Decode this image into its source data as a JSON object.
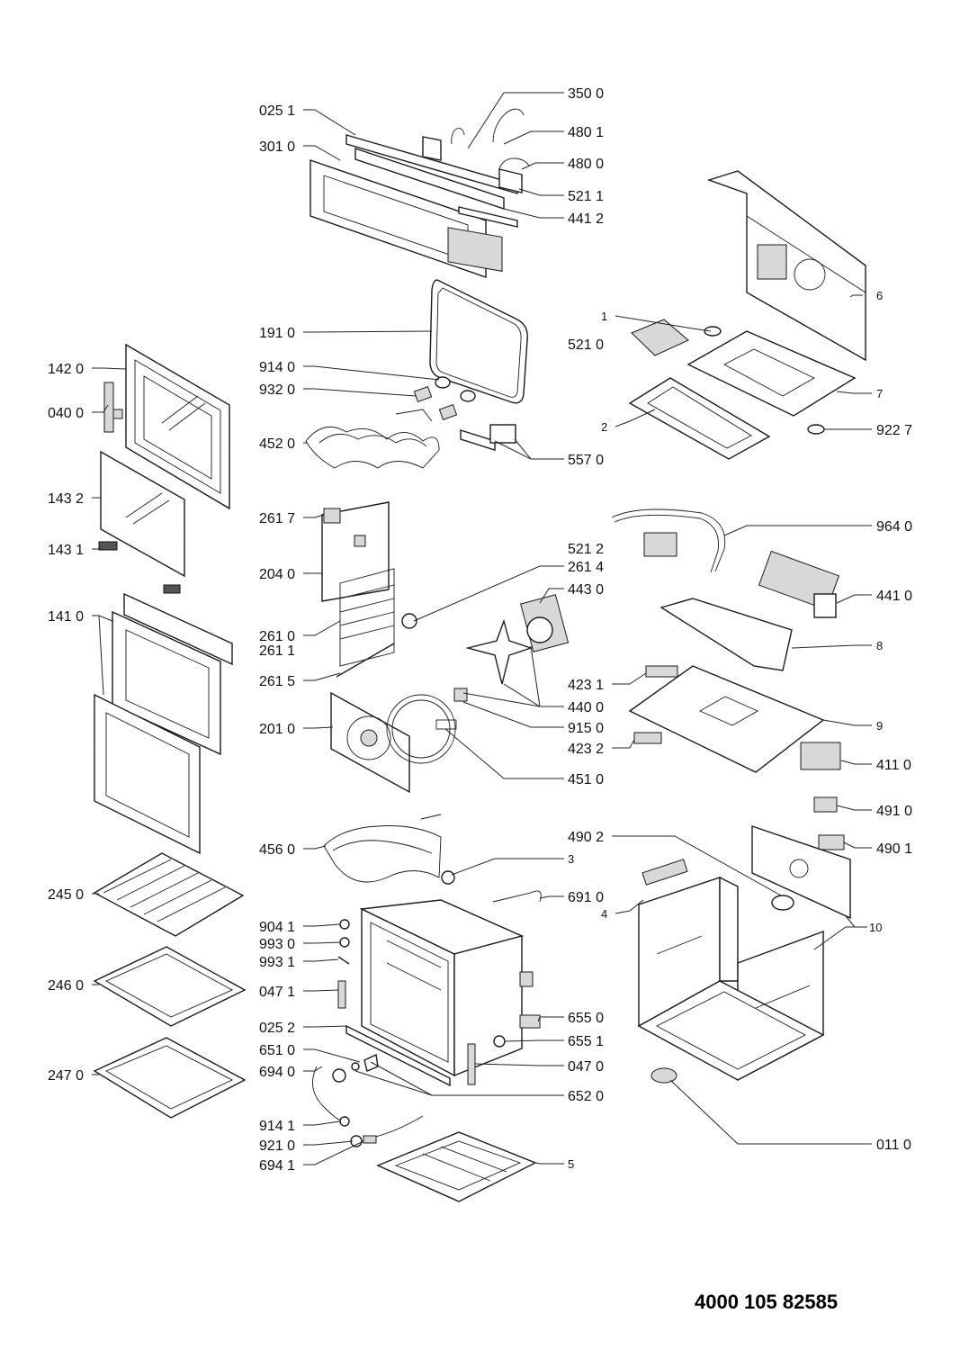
{
  "diagram": {
    "document_number": "4000 105 82585",
    "callouts": [
      {
        "id": "025-1",
        "label": "025 1"
      },
      {
        "id": "301-0",
        "label": "301 0"
      },
      {
        "id": "350-0",
        "label": "350 0"
      },
      {
        "id": "480-1",
        "label": "480 1"
      },
      {
        "id": "480-0",
        "label": "480 0"
      },
      {
        "id": "521-1",
        "label": "521 1"
      },
      {
        "id": "441-2",
        "label": "441 2"
      },
      {
        "id": "191-0",
        "label": "191 0"
      },
      {
        "id": "914-0",
        "label": "914 0"
      },
      {
        "id": "932-0",
        "label": "932 0"
      },
      {
        "id": "452-0",
        "label": "452 0"
      },
      {
        "id": "557-0",
        "label": "557 0"
      },
      {
        "id": "142-0",
        "label": "142 0"
      },
      {
        "id": "040-0",
        "label": "040 0"
      },
      {
        "id": "143-2",
        "label": "143 2"
      },
      {
        "id": "143-1",
        "label": "143 1"
      },
      {
        "id": "141-0",
        "label": "141 0"
      },
      {
        "id": "261-7",
        "label": "261 7"
      },
      {
        "id": "204-0",
        "label": "204 0"
      },
      {
        "id": "261-0",
        "label": "261 0"
      },
      {
        "id": "261-1",
        "label": "261 1"
      },
      {
        "id": "261-5",
        "label": "261 5"
      },
      {
        "id": "201-0",
        "label": "201 0"
      },
      {
        "id": "521-2",
        "label": "521 2"
      },
      {
        "id": "261-4",
        "label": "261 4"
      },
      {
        "id": "443-0",
        "label": "443 0"
      },
      {
        "id": "440-0",
        "label": "440 0"
      },
      {
        "id": "915-0",
        "label": "915 0"
      },
      {
        "id": "451-0",
        "label": "451 0"
      },
      {
        "id": "6",
        "label": "6"
      },
      {
        "id": "1",
        "label": "1"
      },
      {
        "id": "521-0",
        "label": "521 0"
      },
      {
        "id": "7",
        "label": "7"
      },
      {
        "id": "2",
        "label": "2"
      },
      {
        "id": "922-7",
        "label": "922 7"
      },
      {
        "id": "964-0",
        "label": "964 0"
      },
      {
        "id": "441-0",
        "label": "441 0"
      },
      {
        "id": "8",
        "label": "8"
      },
      {
        "id": "423-1",
        "label": "423 1"
      },
      {
        "id": "9",
        "label": "9"
      },
      {
        "id": "423-2",
        "label": "423 2"
      },
      {
        "id": "411-0",
        "label": "411 0"
      },
      {
        "id": "491-0",
        "label": "491 0"
      },
      {
        "id": "490-2",
        "label": "490 2"
      },
      {
        "id": "490-1",
        "label": "490 1"
      },
      {
        "id": "3",
        "label": "3"
      },
      {
        "id": "691-0",
        "label": "691 0"
      },
      {
        "id": "4",
        "label": "4"
      },
      {
        "id": "10",
        "label": "10"
      },
      {
        "id": "456-0",
        "label": "456 0"
      },
      {
        "id": "245-0",
        "label": "245 0"
      },
      {
        "id": "904-1",
        "label": "904 1"
      },
      {
        "id": "993-0",
        "label": "993 0"
      },
      {
        "id": "993-1",
        "label": "993 1"
      },
      {
        "id": "047-1",
        "label": "047 1"
      },
      {
        "id": "246-0",
        "label": "246 0"
      },
      {
        "id": "025-2",
        "label": "025 2"
      },
      {
        "id": "651-0",
        "label": "651 0"
      },
      {
        "id": "694-0",
        "label": "694 0"
      },
      {
        "id": "247-0",
        "label": "247 0"
      },
      {
        "id": "914-1",
        "label": "914 1"
      },
      {
        "id": "921-0",
        "label": "921 0"
      },
      {
        "id": "694-1",
        "label": "694 1"
      },
      {
        "id": "655-0",
        "label": "655 0"
      },
      {
        "id": "655-1",
        "label": "655 1"
      },
      {
        "id": "047-0",
        "label": "047 0"
      },
      {
        "id": "652-0",
        "label": "652 0"
      },
      {
        "id": "5",
        "label": "5"
      },
      {
        "id": "011-0",
        "label": "011 0"
      }
    ]
  }
}
